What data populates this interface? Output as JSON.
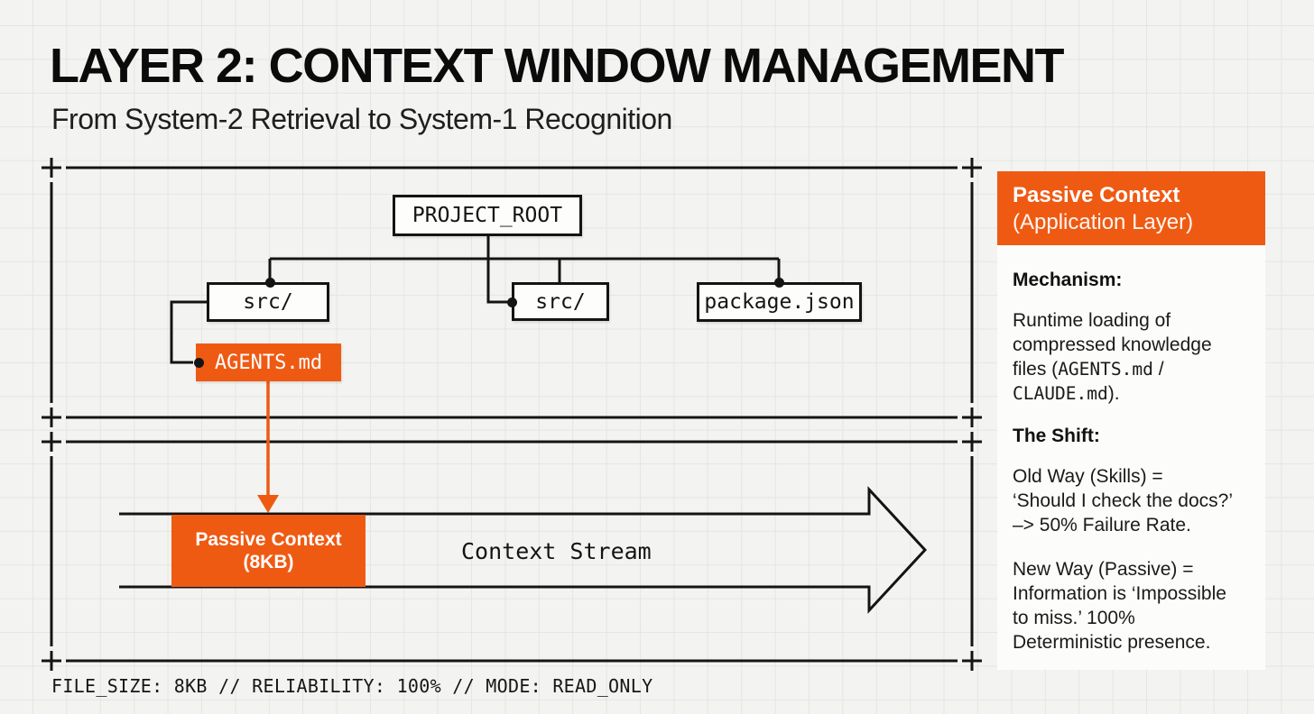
{
  "header": {
    "title": "LAYER 2: CONTEXT WINDOW MANAGEMENT",
    "subtitle": "From System-2 Retrieval to System-1 Recognition"
  },
  "tree": {
    "root_label": "PROJECT_ROOT",
    "src_left_label": "src/",
    "src_mid_label": "src/",
    "package_label": "package.json",
    "agents_label": "AGENTS.md"
  },
  "stream": {
    "box_line1": "Passive Context",
    "box_line2": "(8KB)",
    "label": "Context Stream"
  },
  "sidebar": {
    "header_title": "Passive Context",
    "header_subtitle": "(Application Layer)",
    "mechanism_heading": "Mechanism:",
    "mech_line1": "Runtime loading of",
    "mech_line2": "compressed knowledge",
    "mech_line3_pre": "files (",
    "mech_line3_mono": "AGENTS.md",
    "mech_line3_post": " /",
    "mech_line4_mono": "CLAUDE.md",
    "mech_line4_post": ").",
    "shift_heading": "The Shift:",
    "shift_p1_line1": "Old Way (Skills) =",
    "shift_p1_line2": "‘Should I check the docs?’",
    "shift_p1_line3": "–> 50% Failure Rate.",
    "shift_p2_line1": "New Way (Passive) =",
    "shift_p2_line2": "Information is ‘Impossible",
    "shift_p2_line3": "to miss.’ 100%",
    "shift_p2_line4": "Deterministic presence."
  },
  "footer": {
    "status_line": "FILE_SIZE: 8KB // RELIABILITY: 100% // MODE: READ_ONLY"
  },
  "colors": {
    "accent_orange": "#EF5A13",
    "ink": "#141414",
    "paper": "#F3F3F1",
    "grid_line": "#E5E5E1",
    "panel": "#FCFCFA"
  }
}
